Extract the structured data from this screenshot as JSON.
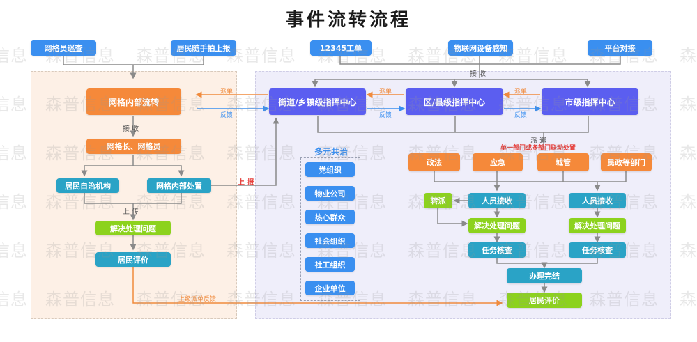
{
  "title": "事件流转流程",
  "watermark": "森普信息",
  "sources": [
    "网格员巡查",
    "居民随手拍上报",
    "12345工单",
    "物联网设备感知",
    "平台对接"
  ],
  "left_panel": {
    "internal_transfer": "网格内部流转",
    "receive_label": "接 收",
    "grid_staff": "网格长、网格员",
    "resident_autonomy": "居民自治机构",
    "internal_handling": "网格内部处置",
    "upload_label": "上 传",
    "solve_problem": "解决处理问题",
    "resident_evaluation": "居民评价",
    "report_up_label": "上 报",
    "dispatch_label": "派单",
    "feedback_label": "反馈",
    "superior_feedback_label": "上级派单反馈"
  },
  "right_panel": {
    "receive_label": "接 收",
    "command_centers": [
      "街道/乡镇级指挥中心",
      "区/县级指挥中心",
      "市级指挥中心"
    ],
    "dispatch_label": "派单",
    "feedback_label": "反馈",
    "assign_label": "派 遣",
    "linkage_note": "单一部门或多部门联动处置",
    "departments": [
      "政法",
      "应急",
      "城管",
      "民政等部门"
    ],
    "transfer": "转派",
    "staff_receive": [
      "人员接收",
      "人员接收"
    ],
    "solve_problem": [
      "解决处理问题",
      "解决处理问题"
    ],
    "task_check": [
      "任务核查",
      "任务核查"
    ],
    "completed": "办理完结",
    "resident_evaluation": "居民评价"
  },
  "multi_governance": {
    "title": "多元共治",
    "items": [
      "党组织",
      "物业公司",
      "热心群众",
      "社会组织",
      "社工组织",
      "企业单位"
    ]
  },
  "colors": {
    "source_blue": "#3a8ff0",
    "grid_orange": "#f5893a",
    "center_purple": "#5b5ef0",
    "process_teal": "#2aa3c6",
    "solve_green": "#8cd21d",
    "highlight_red": "#e53935"
  }
}
